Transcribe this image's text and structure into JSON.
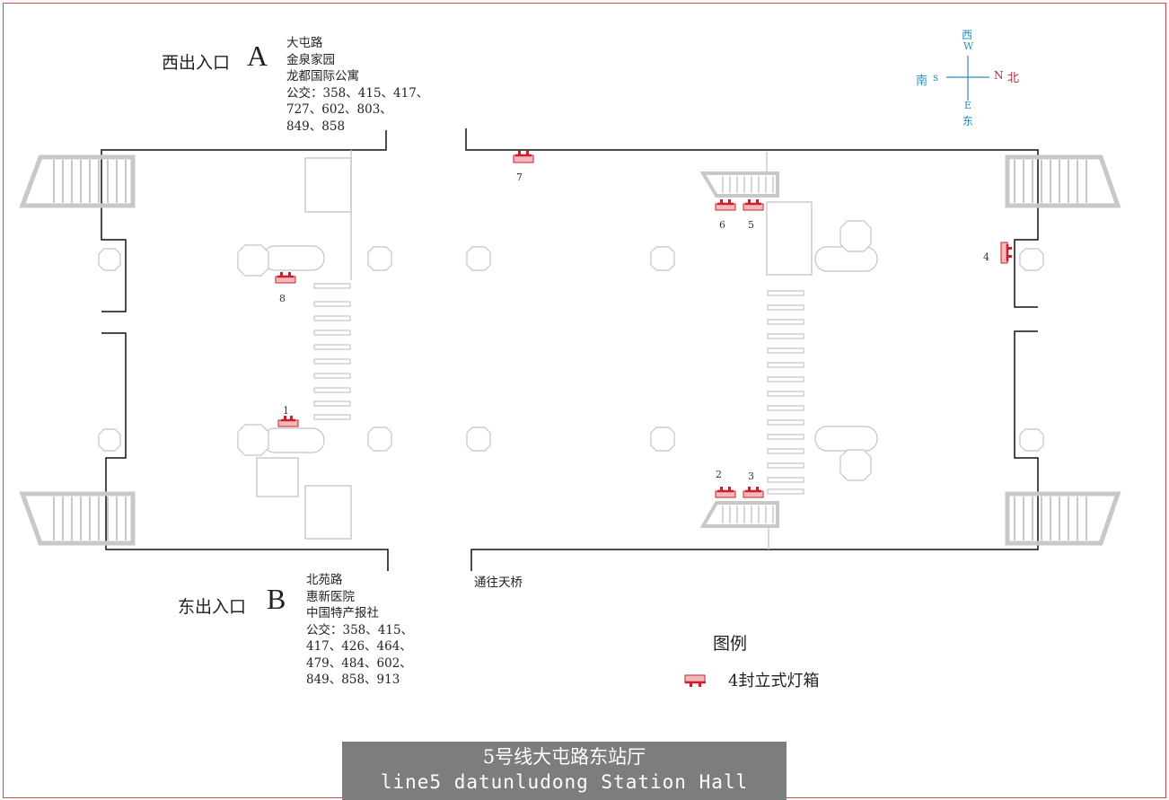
{
  "colors": {
    "frame": "#d9474f",
    "lightbox": "#cc1f2b",
    "compass": "#2a8fb8",
    "north": "#c8243a",
    "escalator": "#c8c8c8",
    "title_bg": "#7d7d7d"
  },
  "exit_a": {
    "label": "西出入口",
    "letter": "A",
    "info": [
      "大屯路",
      "金泉家园",
      "龙都国际公寓",
      "公交：358、415、417、",
      "727、602、803、",
      "849、858"
    ]
  },
  "exit_b": {
    "label": "东出入口",
    "letter": "B",
    "info": [
      "北苑路",
      "惠新医院",
      "中国特产报社",
      "公交：358、415、",
      "417、426、464、",
      "479、484、602、",
      "849、858、913"
    ]
  },
  "compass": {
    "west": "西",
    "w": "W",
    "south": "南",
    "s": "s",
    "north_letter": "N",
    "north": "北",
    "e": "E",
    "east": "东"
  },
  "bridge_label": "通往天桥",
  "lightbox_numbers": [
    "1",
    "2",
    "3",
    "4",
    "5",
    "6",
    "7",
    "8"
  ],
  "legend": {
    "title": "图例",
    "item_label": "4封立式灯箱",
    "icon": "lightbox-icon"
  },
  "title": {
    "cn": "5号线大屯路东站厅",
    "en": "line5 datunludong Station Hall"
  }
}
